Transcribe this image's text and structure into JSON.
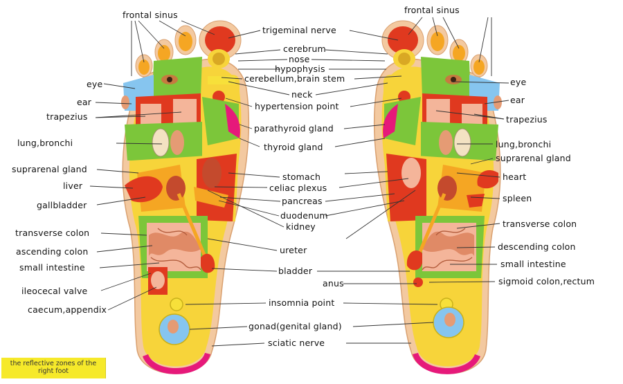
{
  "caption": "the reflective zones of the right foot",
  "labels": {
    "frontal_sinus_left": "frontal sinus",
    "frontal_sinus_right": "frontal sinus",
    "eye_left": "eye",
    "eye_right": "eye",
    "ear_left": "ear",
    "ear_right": "ear",
    "trapezius_left": "trapezius",
    "trapezius_right": "trapezius",
    "lung_left": "lung,bronchi",
    "lung_right": "lung,bronchi",
    "suprarenal_left": "suprarenal gland",
    "suprarenal_right": "suprarenal gland",
    "liver": "liver",
    "heart": "heart",
    "gallbladder": "gallbladder",
    "spleen": "spleen",
    "transverse_left": "transverse colon",
    "transverse_right": "transverse colon",
    "ascending": "ascending colon",
    "descending": "descending colon",
    "small_int_left": "small intestine",
    "small_int_right": "small intestine",
    "ileocecal": "ileocecal valve",
    "sigmoid": "sigmoid colon,rectum",
    "caecum": "caecum,appendix",
    "trigeminal": "trigeminal nerve",
    "cerebrum": "cerebrum",
    "nose": "nose",
    "hypophysis": "hypophysis",
    "cerebellum": "cerebellum,brain stem",
    "neck": "neck",
    "hypertension": "hypertension point",
    "parathyroid": "parathyroid gland",
    "thyroid": "thyroid gland",
    "stomach": "stomach",
    "celiac": "celiac plexus",
    "pancreas": "pancreas",
    "duodenum": "duodenum",
    "kidney": "kidney",
    "ureter": "ureter",
    "bladder": "bladder",
    "anus": "anus",
    "insomnia": "insomnia point",
    "gonad": "gonad(genital gland)",
    "sciatic": "sciatic nerve"
  },
  "colors": {
    "foot_base": "#f7d43a",
    "sole_outline": "#f3c9a0",
    "toe_orange": "#f5a623",
    "heel_pink": "#e6197a",
    "green_zone": "#7cc63a",
    "red_zone": "#e0391f",
    "blue_zone": "#86c5ef",
    "caption_bg": "#f6e92a"
  }
}
